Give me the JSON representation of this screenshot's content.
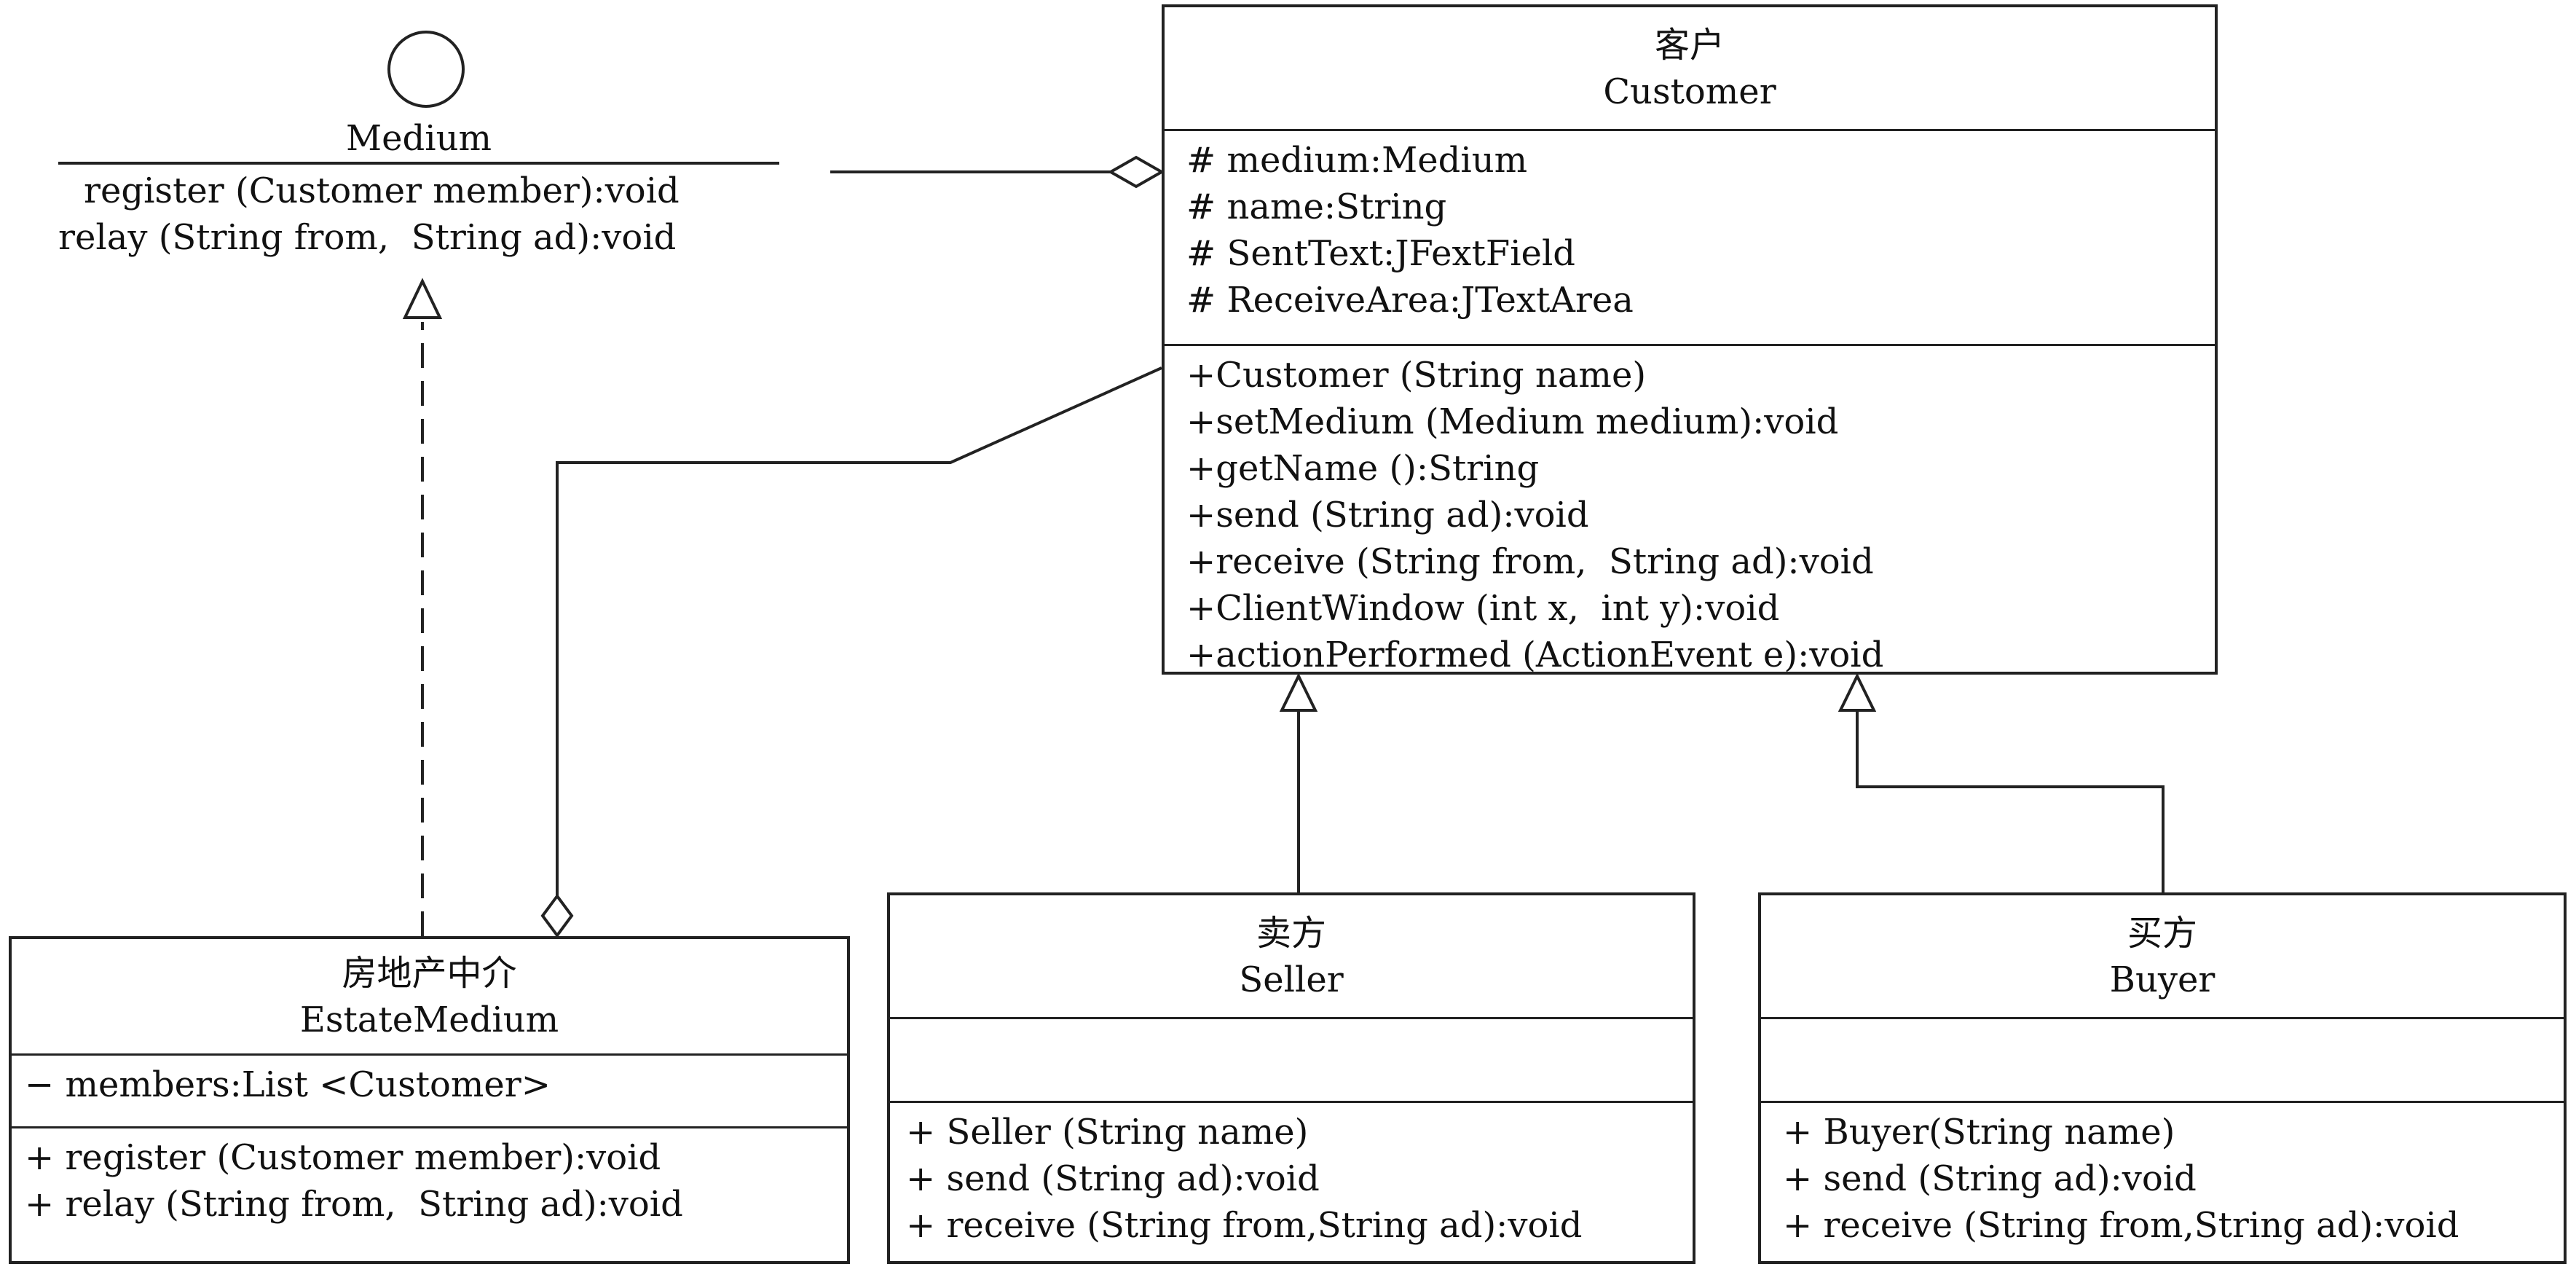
{
  "interface_medium": {
    "name": "Medium",
    "operations": [
      "register (Customer member):void",
      "relay (String from,  String ad):void"
    ]
  },
  "customer": {
    "name_cn": "客户",
    "name_en": "Customer",
    "attributes": [
      "# medium:Medium",
      "# name:String",
      "# SentText:JFextField",
      "# ReceiveArea:JTextArea"
    ],
    "operations": [
      "+Customer (String name)",
      "+setMedium (Medium medium):void",
      "+getName ():String",
      "+send (String ad):void",
      "+receive (String from,  String ad):void",
      "+ClientWindow (int x,  int y):void",
      "+actionPerformed (ActionEvent e):void"
    ]
  },
  "estate_medium": {
    "name_cn": "房地产中介",
    "name_en": "EstateMedium",
    "attributes": [
      "− members:List <Customer>"
    ],
    "operations": [
      "+ register (Customer member):void",
      "+ relay (String from,  String ad):void"
    ]
  },
  "seller": {
    "name_cn": "卖方",
    "name_en": "Seller",
    "operations": [
      "+ Seller (String name)",
      "+ send (String ad):void",
      "+ receive (String from,String ad):void"
    ]
  },
  "buyer": {
    "name_cn": "买方",
    "name_en": "Buyer",
    "operations": [
      "+ Buyer(String name)",
      "+ send (String ad):void",
      "+ receive (String from,String ad):void"
    ]
  }
}
